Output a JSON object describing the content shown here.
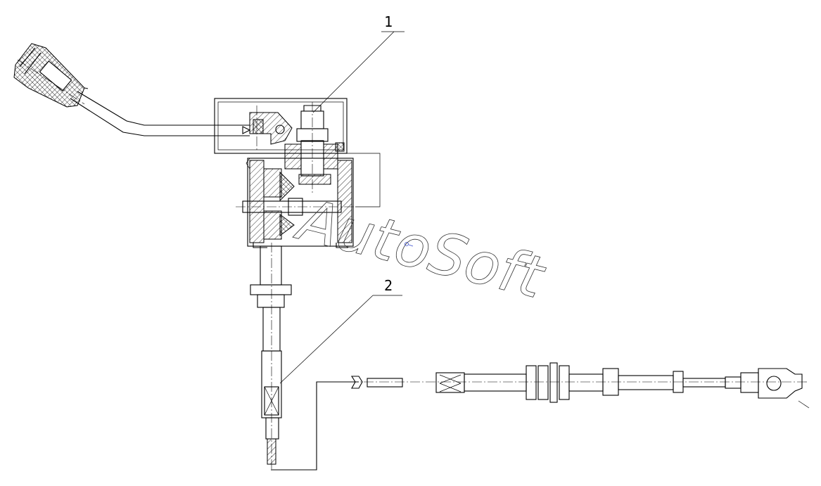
{
  "callouts": {
    "label_1": "1",
    "label_2": "2"
  },
  "watermark": {
    "text": "AutoSoft",
    "color": "#333333"
  },
  "colors": {
    "line": "#000000",
    "background": "#ffffff",
    "logo_mark": "#3a4fd0"
  }
}
